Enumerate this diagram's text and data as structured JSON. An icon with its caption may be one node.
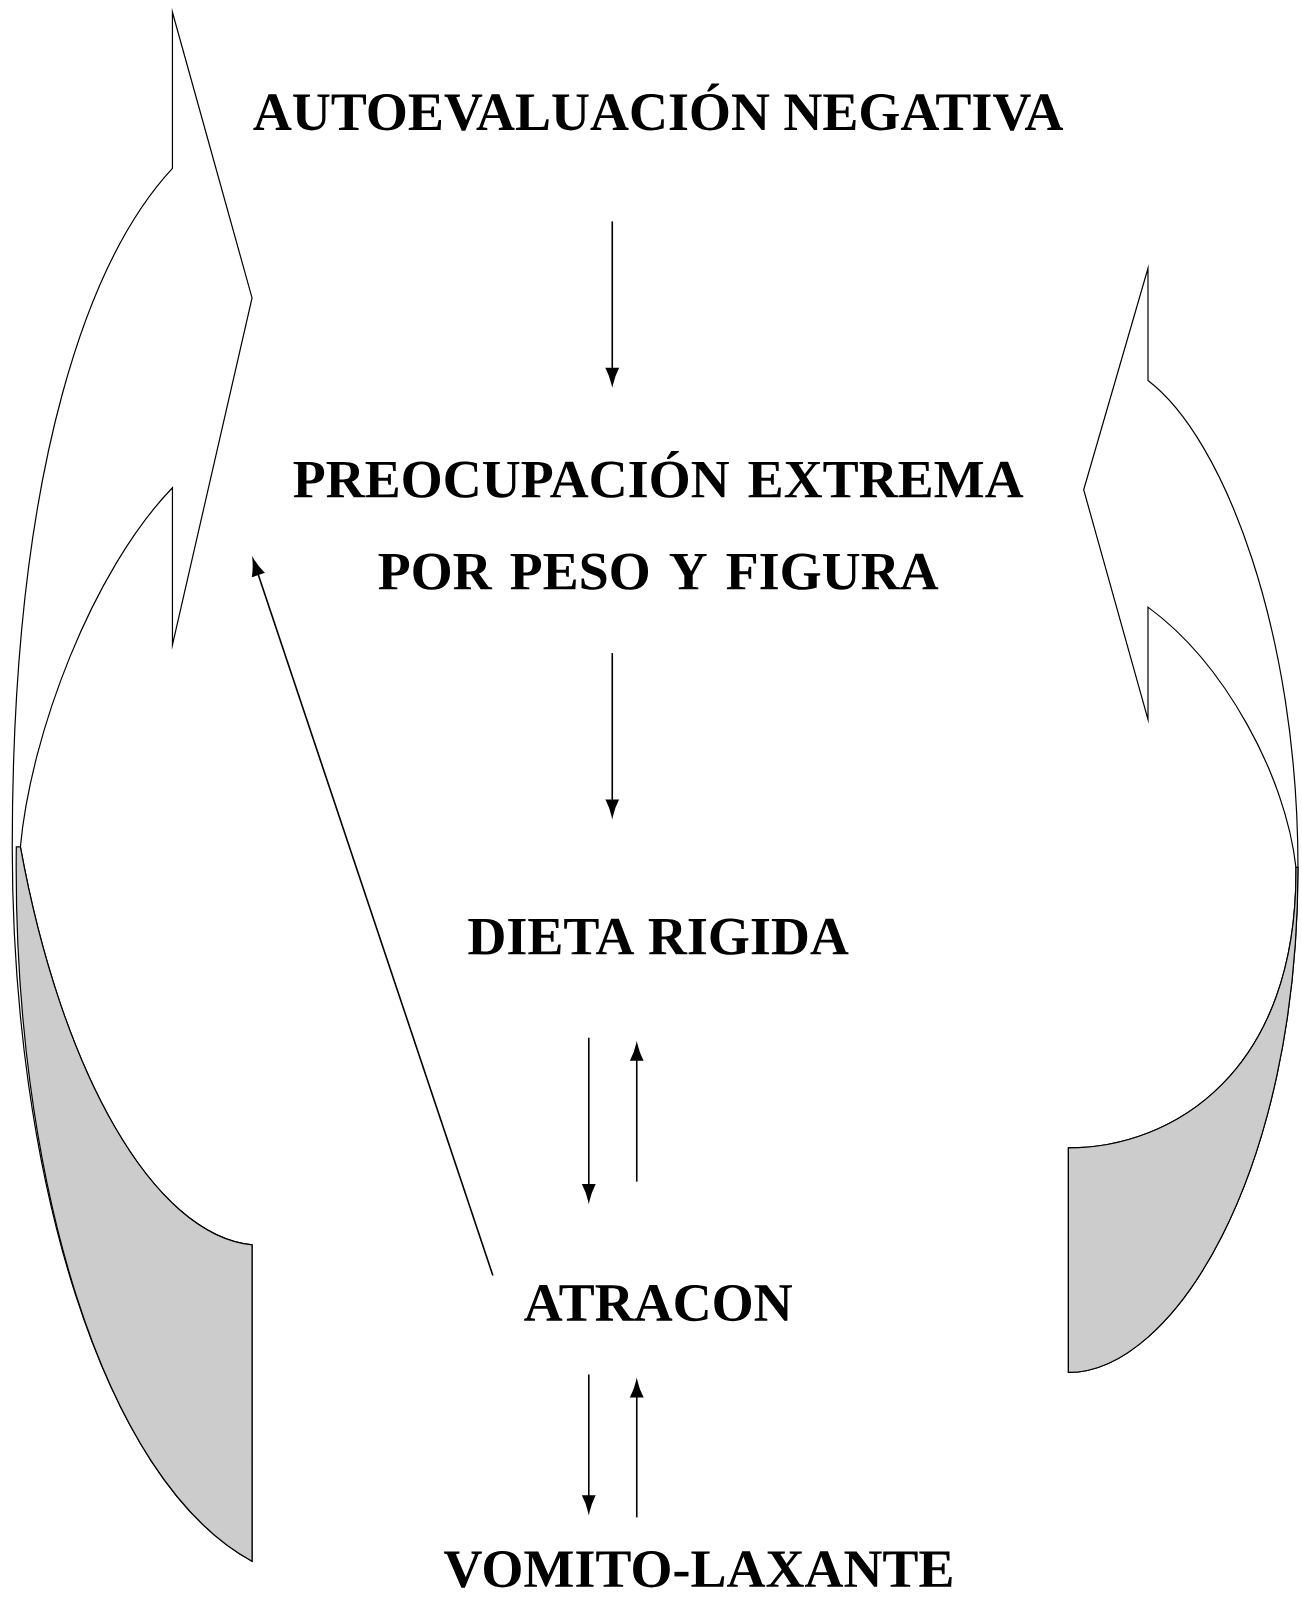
{
  "diagram": {
    "nodes": [
      {
        "text": [
          "AUTOEVALUACIÓN NEGATIVA"
        ]
      },
      {
        "text": [
          "PREOCUPACIÓN EXTREMA POR PESO Y FIGURA"
        ]
      },
      {
        "text": [
          "DIETA RIGIDA"
        ]
      },
      {
        "text": [
          "ATRACON"
        ]
      },
      {
        "text": [
          "VOMITO-LAXANTE"
        ]
      }
    ],
    "edges": [
      {
        "from": 0,
        "to": 1,
        "arrow": "to"
      },
      {
        "from": 1,
        "to": 2,
        "arrow": "to"
      },
      {
        "from": 2,
        "to": 3,
        "arrow": "to"
      },
      {
        "from": 3,
        "to": 2,
        "arrow": "to"
      },
      {
        "from": 3,
        "to": 4,
        "arrow": "to"
      },
      {
        "from": 4,
        "to": 3,
        "arrow": "to"
      },
      {
        "from": 3,
        "to": 1,
        "arrow": "to"
      },
      {
        "from": 4,
        "to": 0,
        "arrow": "to",
        "style": "thick"
      },
      {
        "from": 3,
        "to": 1,
        "arrow": "to",
        "style": "thick"
      }
    ]
  }
}
